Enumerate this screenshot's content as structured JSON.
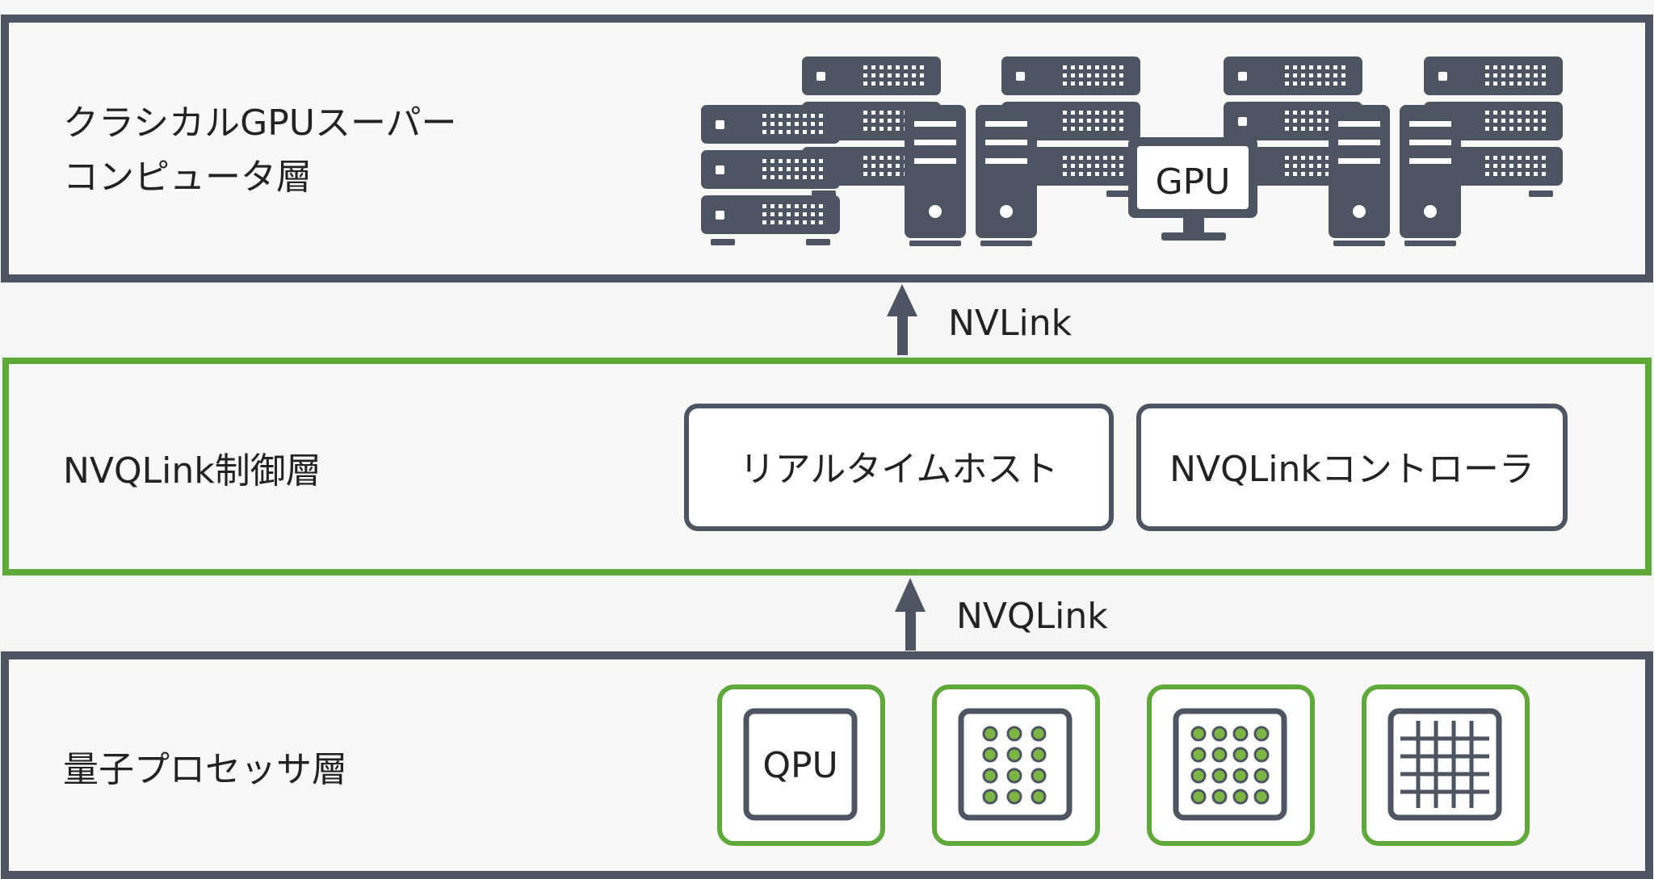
{
  "layers": {
    "top": {
      "label_line1": "クラシカルGPUスーパー",
      "label_line2": "コンピュータ層",
      "gpu_label": "GPU"
    },
    "middle": {
      "label": "NVQLink制御層",
      "box1": "リアルタイムホスト",
      "box2": "NVQLinkコントローラ"
    },
    "bottom": {
      "label": "量子プロセッサ層",
      "qpu_label": "QPU"
    }
  },
  "links": {
    "upper": "NVLink",
    "lower": "NVQLink"
  },
  "colors": {
    "frame": "#4d5562",
    "accent": "#5fa83a",
    "dot": "#7db544",
    "background": "#f6f7f5"
  },
  "icons": {
    "servers": "server-rack-icon",
    "towers": "tower-server-icon",
    "monitor": "gpu-monitor-icon",
    "chips": "quantum-chip-icon"
  }
}
